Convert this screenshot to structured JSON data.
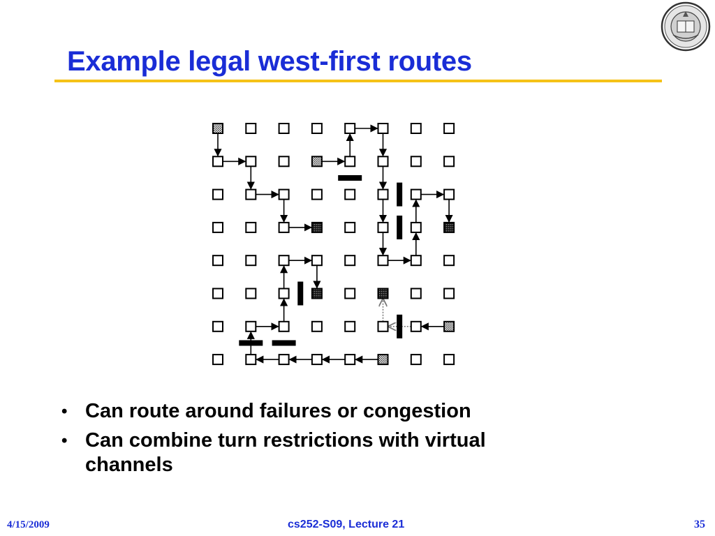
{
  "slide": {
    "title": "Example legal west-first routes",
    "bullets": [
      "Can route around failures or congestion",
      "Can combine turn restrictions with virtual channels"
    ],
    "footer": {
      "date": "4/15/2009",
      "course": "cs252-S09, Lecture 21",
      "page": "35"
    }
  },
  "colors": {
    "title": "#1a2dd6",
    "rule": "#f5c218",
    "footer": "#1a2dd6",
    "source_node_fill": "#9a9a9a",
    "dest_node_fill": "#3c3c3c"
  },
  "logo": {
    "icon": "university-seal-icon"
  },
  "mesh": {
    "columns": 8,
    "rows": 8,
    "source_nodes": [
      [
        0,
        0
      ],
      [
        3,
        1
      ],
      [
        7,
        6
      ],
      [
        5,
        7
      ]
    ],
    "dest_nodes": [
      [
        3,
        3
      ],
      [
        7,
        3
      ],
      [
        3,
        5
      ],
      [
        5,
        5
      ]
    ],
    "routes": [
      [
        [
          0,
          0
        ],
        [
          0,
          1
        ],
        [
          1,
          1
        ],
        [
          1,
          2
        ],
        [
          2,
          2
        ],
        [
          2,
          3
        ],
        [
          3,
          3
        ]
      ],
      [
        [
          3,
          1
        ],
        [
          4,
          1
        ],
        [
          4,
          0
        ],
        [
          5,
          0
        ],
        [
          5,
          1
        ],
        [
          5,
          2
        ],
        [
          5,
          3
        ],
        [
          5,
          4
        ],
        [
          6,
          4
        ],
        [
          6,
          3
        ],
        [
          6,
          2
        ],
        [
          7,
          2
        ],
        [
          7,
          3
        ]
      ],
      [
        [
          5,
          7
        ],
        [
          4,
          7
        ],
        [
          3,
          7
        ],
        [
          2,
          7
        ],
        [
          1,
          7
        ],
        [
          1,
          6
        ],
        [
          2,
          6
        ],
        [
          2,
          5
        ],
        [
          2,
          4
        ],
        [
          3,
          4
        ],
        [
          3,
          5
        ]
      ],
      [
        [
          7,
          6
        ],
        [
          6,
          6
        ]
      ]
    ],
    "dotted_routes": [
      [
        [
          6,
          6
        ],
        [
          5,
          6
        ],
        [
          5,
          5
        ]
      ]
    ],
    "blocked_links": [
      [
        [
          4,
          1
        ],
        [
          4,
          2
        ]
      ],
      [
        [
          5,
          2
        ],
        [
          6,
          2
        ]
      ],
      [
        [
          5,
          3
        ],
        [
          6,
          3
        ]
      ],
      [
        [
          2,
          5
        ],
        [
          3,
          5
        ]
      ],
      [
        [
          5,
          6
        ],
        [
          6,
          6
        ]
      ],
      [
        [
          1,
          6
        ],
        [
          1,
          7
        ]
      ],
      [
        [
          2,
          6
        ],
        [
          2,
          7
        ]
      ]
    ]
  }
}
